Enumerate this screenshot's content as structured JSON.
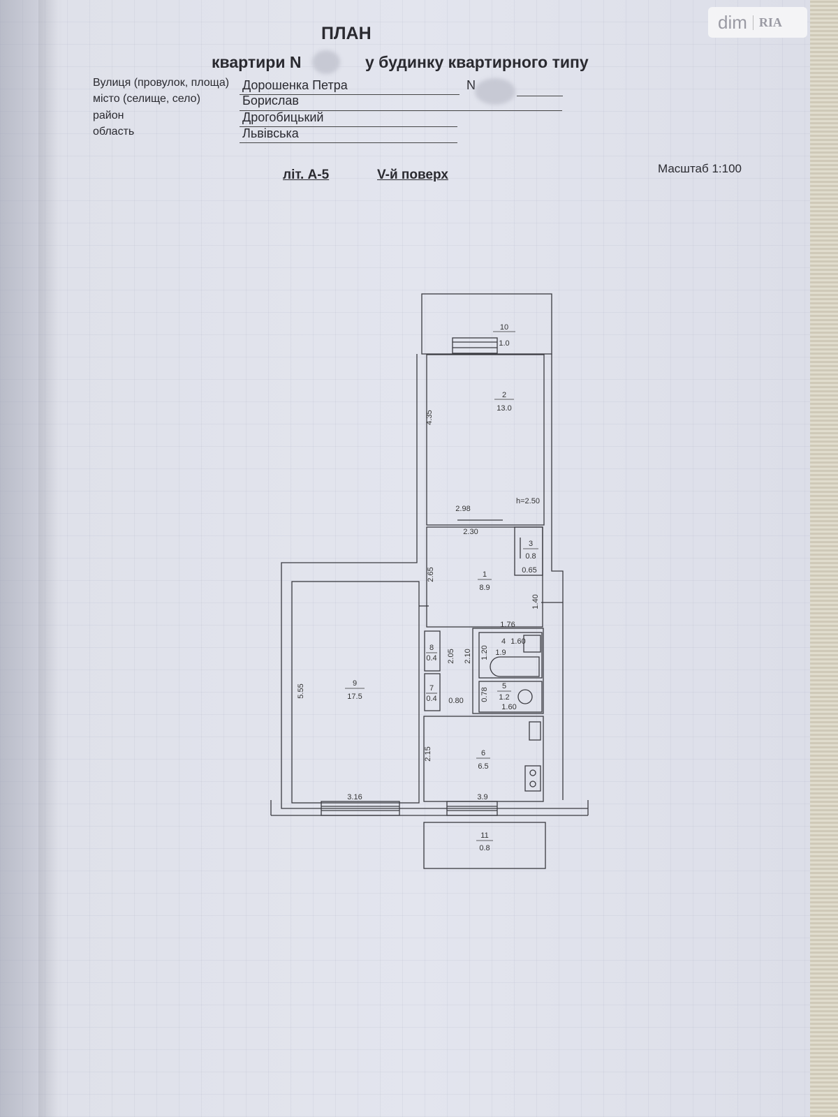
{
  "header": {
    "title": "ПЛАН",
    "subtitle_left": "квартири N",
    "subtitle_right": "у будинку квартирного типу",
    "fields": [
      {
        "label": "Вулиця (провулок, площа)",
        "value": "Дорошенка Петра",
        "extra": "N"
      },
      {
        "label": "місто (селище, село)",
        "value": "Борислав"
      },
      {
        "label": "район",
        "value": "Дрогобицький"
      },
      {
        "label": "область",
        "value": "Львівська"
      }
    ],
    "letter": "літ. А-5",
    "floor": "V-й поверх",
    "scale": "Масштаб 1:100"
  },
  "watermark": {
    "brand": "dim",
    "brand2": "RIA"
  },
  "plan": {
    "rooms": [
      {
        "number": "10",
        "area": "1.0"
      },
      {
        "number": "2",
        "area": "13.0"
      },
      {
        "number": "3",
        "area": "0.8"
      },
      {
        "number": "1",
        "area": "8.9"
      },
      {
        "number": "4",
        "area": "1.9"
      },
      {
        "number": "5",
        "area": "1.2"
      },
      {
        "number": "8",
        "area": "0.4"
      },
      {
        "number": "7",
        "area": "0.4"
      },
      {
        "number": "6",
        "area": "6.5"
      },
      {
        "number": "9",
        "area": "17.5"
      },
      {
        "number": "11",
        "area": "0.8"
      }
    ],
    "ceiling_height": "h=2.50",
    "dimensions": [
      "4.35",
      "2.98",
      "2.30",
      "0.65",
      "2.65",
      "1.40",
      "1.76",
      "1.60",
      "1.20",
      "2.05",
      "2.10",
      "0.78",
      "1.60",
      "0.80",
      "2.15",
      "3.9",
      "5.55",
      "3.16"
    ],
    "line_color": "#3a3a40"
  }
}
